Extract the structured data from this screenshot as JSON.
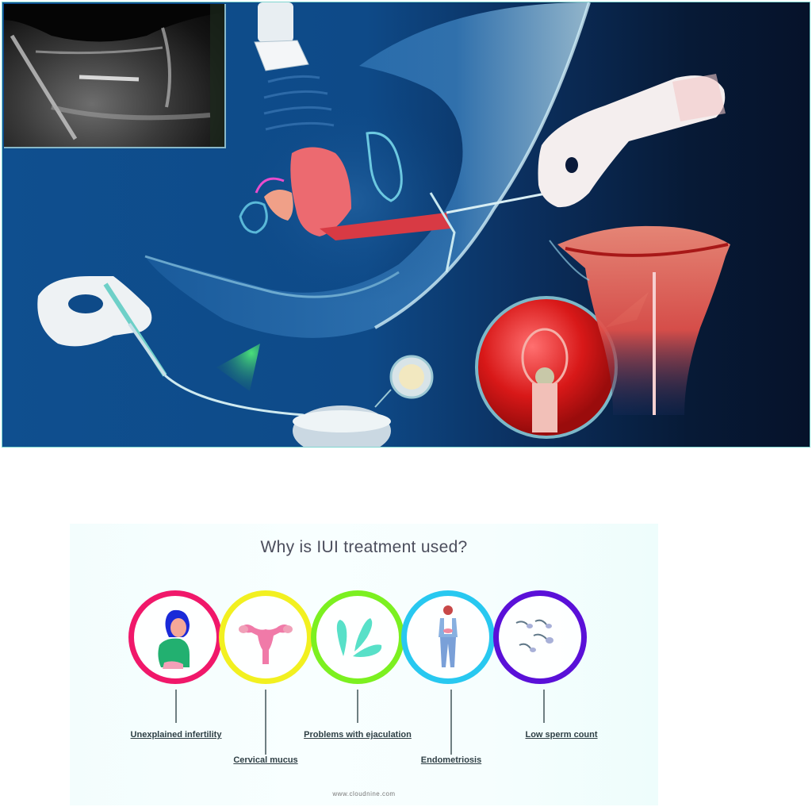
{
  "illustration": {
    "description": "IUI (intrauterine insemination) procedure illustration",
    "elements": [
      {
        "name": "ultrasound-inset",
        "label": "Ultrasound scan"
      },
      {
        "name": "ultrasound-probe",
        "label": "Ultrasound probe on abdomen"
      },
      {
        "name": "uterus-cross-section",
        "label": "Uterus cross-section"
      },
      {
        "name": "gloved-hand-speculum",
        "label": "Gloved hand holding catheter"
      },
      {
        "name": "gloved-hand-syringe",
        "label": "Gloved hand with syringe"
      },
      {
        "name": "catheter-tube",
        "label": "Catheter"
      },
      {
        "name": "sample-dish",
        "label": "Sperm sample dish"
      },
      {
        "name": "magnified-view",
        "label": "Magnified catheter tip in uterus"
      },
      {
        "name": "uterus-front-view",
        "label": "Uterus front view"
      }
    ],
    "colors": {
      "background_left": "#0f4f8f",
      "background_right": "#06122a",
      "organ": "#e8505a",
      "glove": "#f2f0f0"
    }
  },
  "infographic": {
    "title": "Why is IUI treatment used?",
    "items": [
      {
        "label": "Unexplained infertility",
        "color": "#f0186a",
        "icon": "woman-thinking-icon",
        "label_row": 1
      },
      {
        "label": "Cervical mucus",
        "color": "#f2f020",
        "icon": "uterus-icon",
        "label_row": 2
      },
      {
        "label": "Problems with ejaculation",
        "color": "#7cf020",
        "icon": "droplets-icon",
        "label_row": 1
      },
      {
        "label": "Endometriosis",
        "color": "#28c8f0",
        "icon": "woman-standing-icon",
        "label_row": 2
      },
      {
        "label": "Low sperm count",
        "color": "#5a10d8",
        "icon": "sperm-icon",
        "label_row": 1
      }
    ],
    "footer": "www.cloudnine.com"
  }
}
